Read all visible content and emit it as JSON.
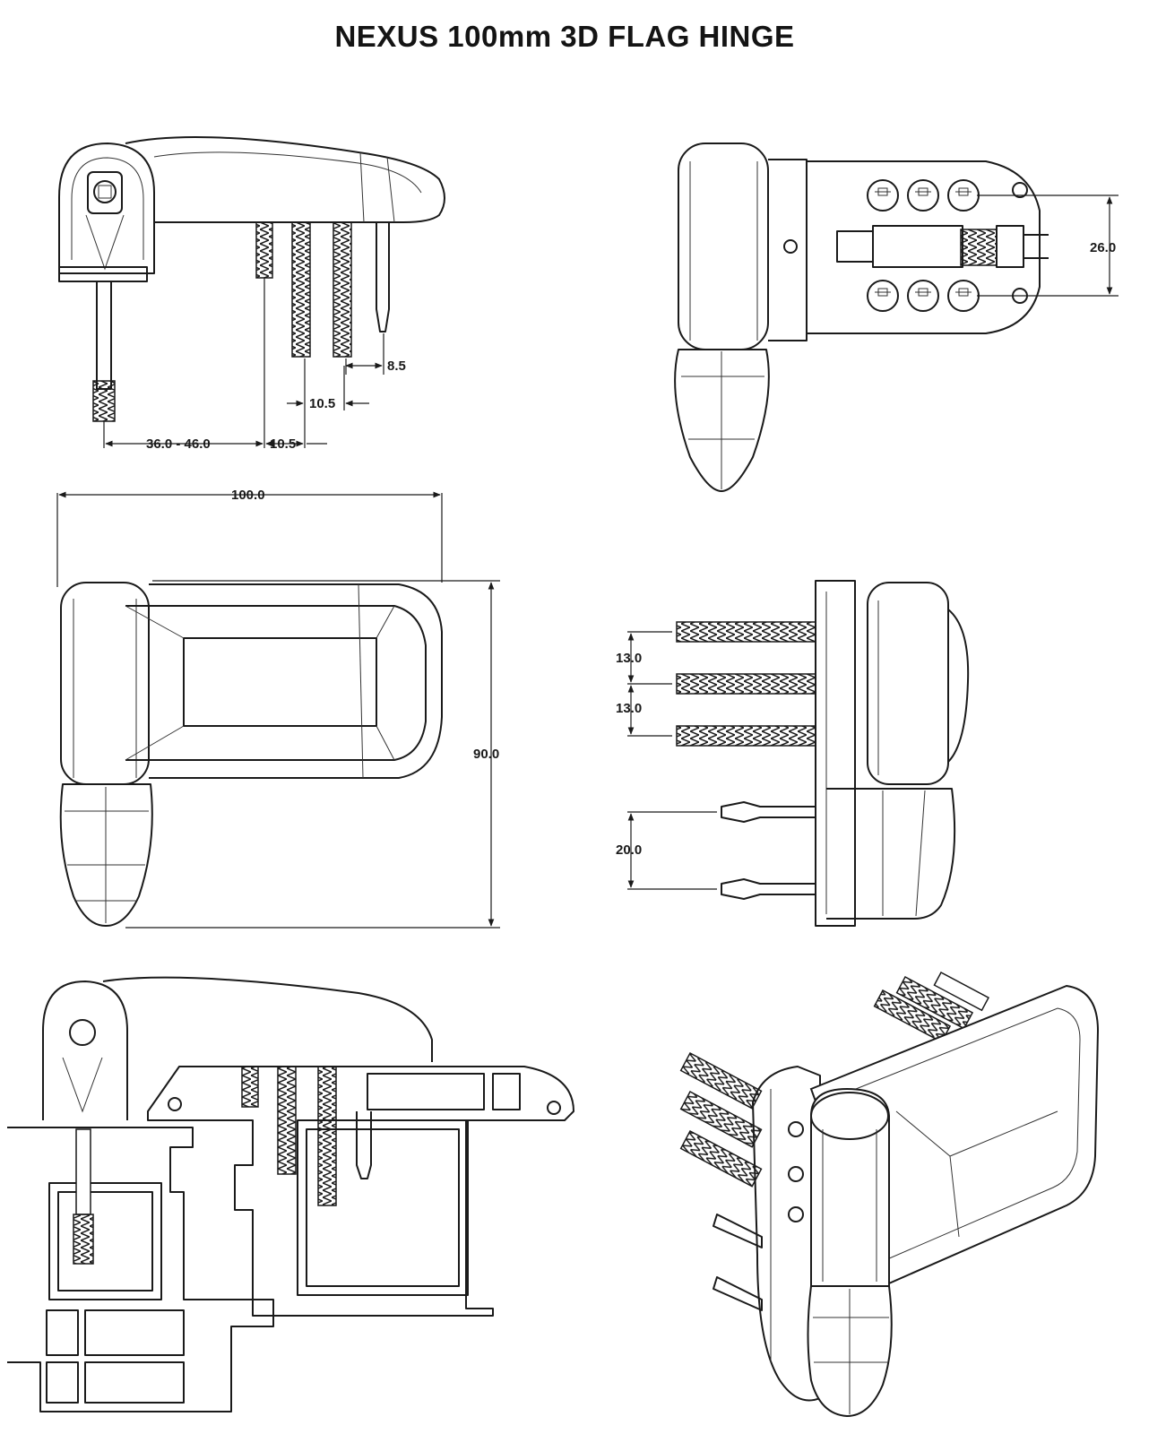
{
  "title": "NEXUS 100mm  3D FLAG HINGE",
  "dimensions": {
    "pin_offset": "8.5",
    "screw_pitch_upper": "10.5",
    "range": "36.0 - 46.0",
    "screw_pitch_lower": "10.5",
    "width": "100.0",
    "height": "90.0",
    "adjust_span": "26.0",
    "screw_spacing_1": "13.0",
    "screw_spacing_2": "13.0",
    "pin_spacing": "20.0"
  }
}
